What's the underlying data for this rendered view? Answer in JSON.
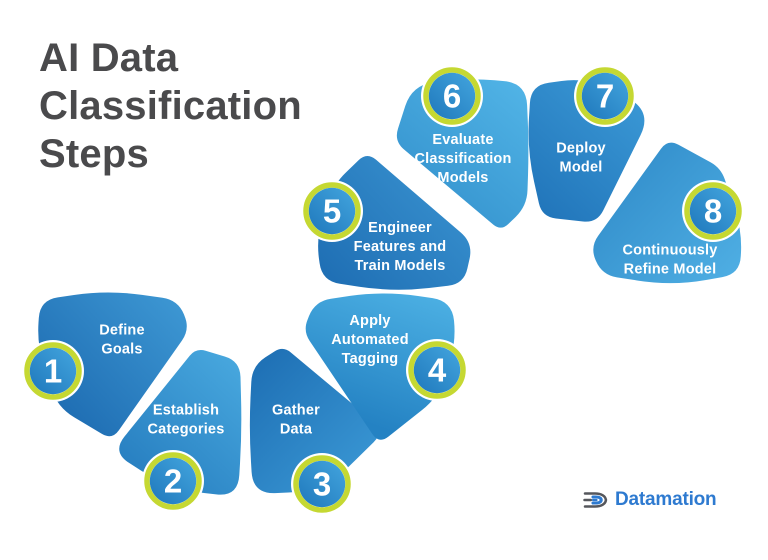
{
  "title": "AI Data\nClassification\nSteps",
  "diagram": {
    "type": "circular-process-infographic",
    "steps": [
      {
        "number": "1",
        "label": "Define Goals",
        "label_lines": [
          "Define",
          "Goals"
        ]
      },
      {
        "number": "2",
        "label": "Establish Categories",
        "label_lines": [
          "Establish",
          "Categories"
        ]
      },
      {
        "number": "3",
        "label": "Gather Data",
        "label_lines": [
          "Gather",
          "Data"
        ]
      },
      {
        "number": "4",
        "label": "Apply Automated Tagging",
        "label_lines": [
          "Apply",
          "Automated",
          "Tagging"
        ]
      },
      {
        "number": "5",
        "label": "Engineer Features and Train Models",
        "label_lines": [
          "Engineer",
          "Features and",
          "Train Models"
        ]
      },
      {
        "number": "6",
        "label": "Evaluate Classification Models",
        "label_lines": [
          "Evaluate",
          "Classification",
          "Models"
        ]
      },
      {
        "number": "7",
        "label": "Deploy Model",
        "label_lines": [
          "Deploy",
          "Model"
        ]
      },
      {
        "number": "8",
        "label": "Continuously Refine Model",
        "label_lines": [
          "Continuously",
          "Refine Model"
        ]
      }
    ],
    "colors": {
      "background": "#ffffff",
      "title_text": "#4a4a4c",
      "label_text": "#ffffff",
      "badge_ring": "#c5d832",
      "badge_halo": "#ffffff",
      "badge_fill_dark": "#1f78bc",
      "badge_fill_light": "#43a5de",
      "badge_number": "#ffffff",
      "wedge_gradients": [
        [
          "#1a67ae",
          "#3d97d3"
        ],
        [
          "#2177bb",
          "#49a9df"
        ],
        [
          "#1e6fb4",
          "#3d9cd8"
        ],
        [
          "#2482c3",
          "#4db1e4"
        ],
        [
          "#1d6cb2",
          "#3b95d2"
        ],
        [
          "#2f8cc9",
          "#52b5e7"
        ],
        [
          "#1f72b8",
          "#3d9cd8"
        ],
        [
          "#2f8ac8",
          "#52b2e6"
        ]
      ]
    }
  },
  "brand": {
    "name": "Datamation",
    "icon": "datamation-d-icon",
    "text_color": "#2e7ad0",
    "icon_gray": "#55575c",
    "icon_blue": "#2e7ad0"
  }
}
